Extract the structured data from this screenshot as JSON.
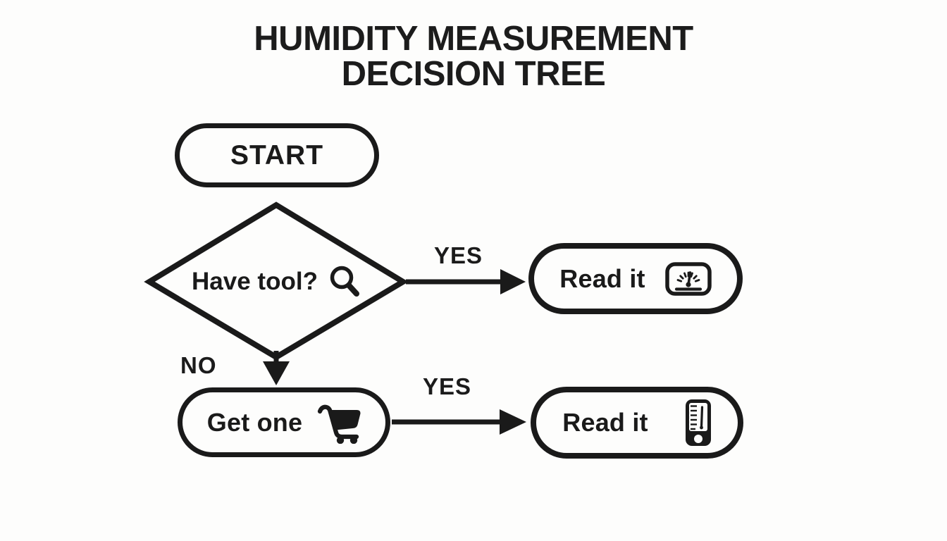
{
  "title": {
    "line1": "HUMIDITY MEASUREMENT",
    "line2": "DECISION TREE"
  },
  "nodes": {
    "start": {
      "label": "START",
      "shape": "pill"
    },
    "decision": {
      "label": "Have tool?",
      "shape": "diamond",
      "icon": "magnifier-icon"
    },
    "read_it_gauge": {
      "label": "Read it",
      "shape": "pill",
      "icon": "gauge-icon"
    },
    "get_one": {
      "label": "Get one",
      "shape": "pill",
      "icon": "shopping-cart-icon"
    },
    "read_it_thermometer": {
      "label": "Read it",
      "shape": "pill",
      "icon": "thermometer-icon"
    }
  },
  "edges": {
    "have_tool_yes": {
      "label": "YES",
      "from": "decision",
      "to": "read_it_gauge"
    },
    "have_tool_no": {
      "label": "NO",
      "from": "decision",
      "to": "get_one"
    },
    "get_one_yes": {
      "label": "YES",
      "from": "get_one",
      "to": "read_it_thermometer"
    }
  },
  "colors": {
    "ink": "#1a1a1a",
    "background": "#fdfdfc"
  }
}
